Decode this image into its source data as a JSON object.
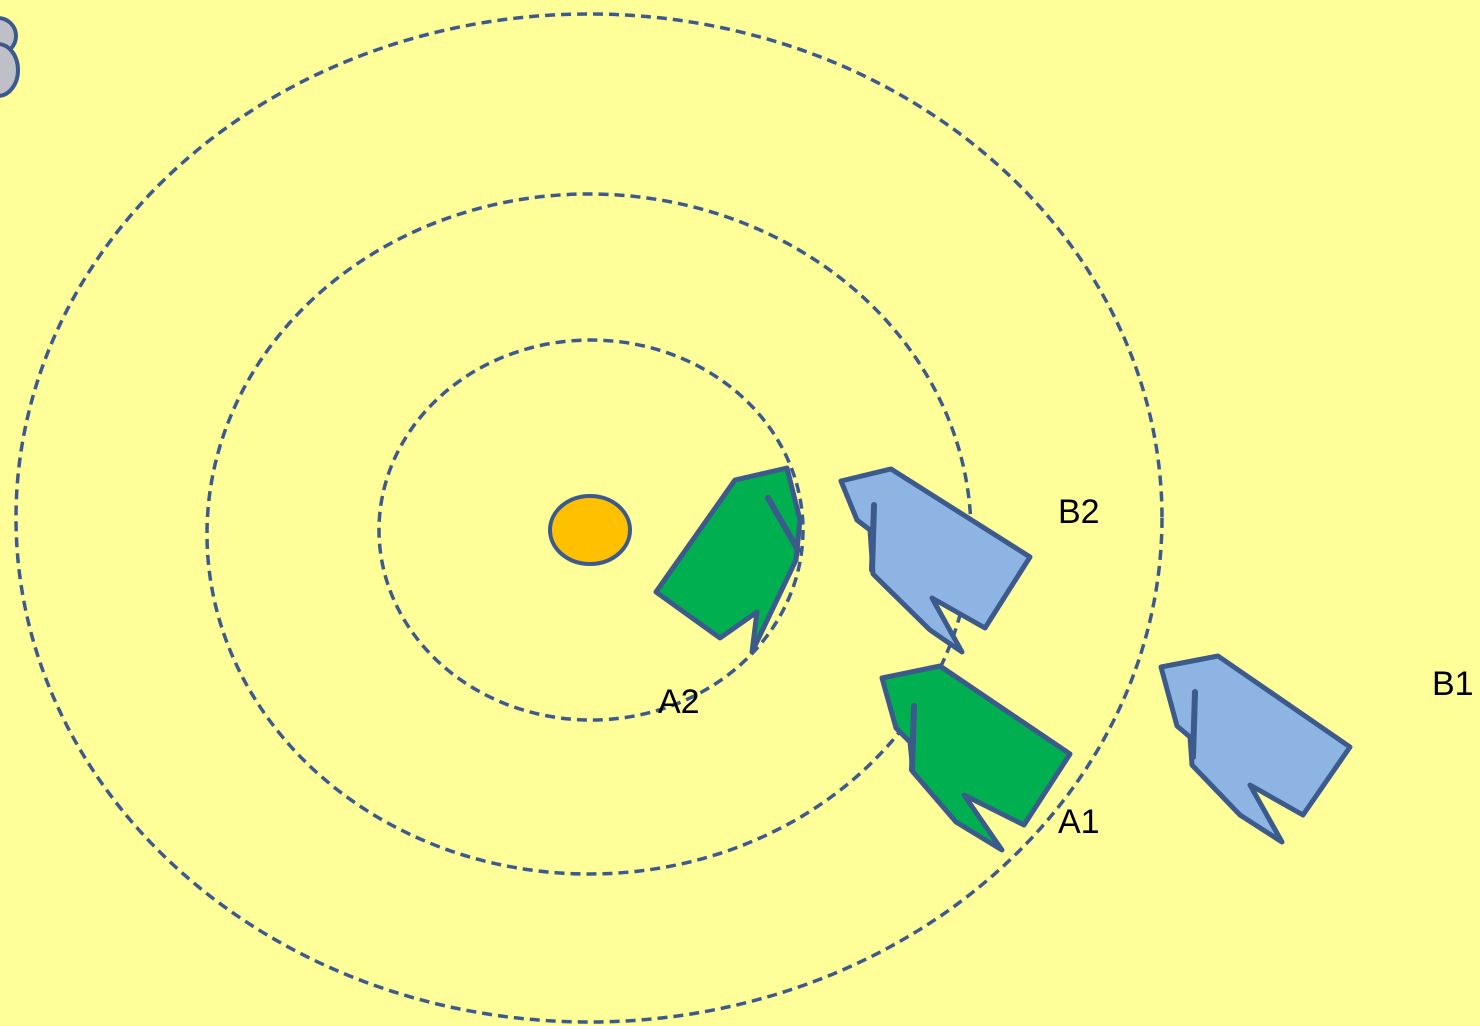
{
  "labels": {
    "a1": "A1",
    "a2": "A2",
    "b1": "B1",
    "b2": "B2"
  },
  "colors": {
    "background": "#FFFF99",
    "orbit_stroke": "#3D5A8C",
    "center_fill": "#FFC000",
    "green_fill": "#00B050",
    "blue_fill": "#8EB4E3",
    "gray_fill": "#BFBFC8"
  }
}
